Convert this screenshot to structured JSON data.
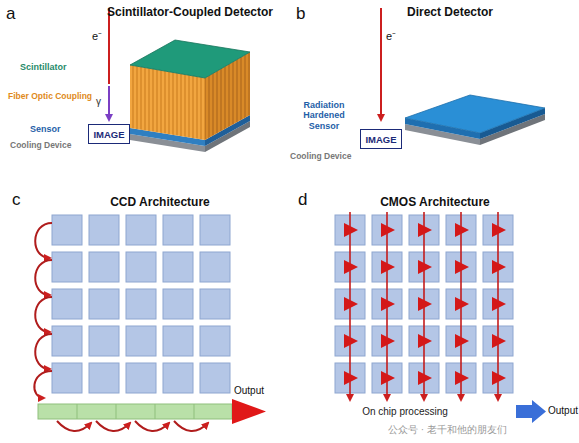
{
  "diagram": {
    "nodes": [
      {
        "text": [
          "IMAGE"
        ]
      },
      {
        "text": [
          "IMAGE"
        ]
      },
      {
        "text": [
          "On chip processing"
        ]
      }
    ],
    "labels": [
      "a",
      "Scintillator-Coupled Detector",
      "e⁻",
      "Scintillator",
      "Fiber Optic Coupling",
      "γ",
      "Sensor",
      "Cooling Device",
      "b",
      "Direct Detector",
      "e⁻",
      "Radiation Hardened Sensor",
      "Cooling Device",
      "c",
      "CCD Architecture",
      "Output",
      "d",
      "CMOS Architecture",
      "Output",
      "公众号 · 老千和他的朋友们"
    ]
  }
}
